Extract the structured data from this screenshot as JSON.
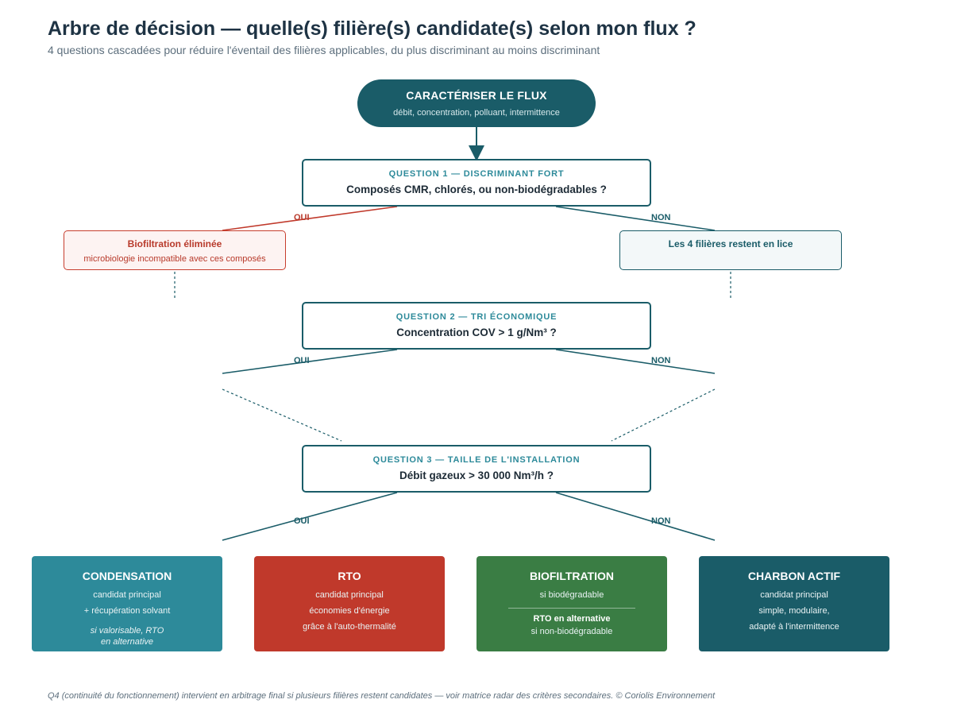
{
  "header": {
    "title": "Arbre de décision — quelle(s) filière(s) candidate(s) selon mon flux ?",
    "subtitle": "4 questions cascadées pour réduire l'éventail des filières applicables, du plus discriminant au moins discriminant"
  },
  "start": {
    "title": "CARACTÉRISER LE FLUX",
    "subtitle": "débit, concentration, polluant, intermittence"
  },
  "questions": [
    {
      "heading": "QUESTION 1 — DISCRIMINANT FORT",
      "text": "Composés CMR, chlorés, ou non-biodégradables ?"
    },
    {
      "heading": "QUESTION 2 — TRI ÉCONOMIQUE",
      "text": "Concentration COV > 1 g/Nm³ ?"
    },
    {
      "heading": "QUESTION 3 — TAILLE DE L'INSTALLATION",
      "text": "Débit gazeux > 30 000 Nm³/h ?"
    }
  ],
  "branch_labels": {
    "yes": "OUI",
    "no": "NON"
  },
  "eliminated": {
    "title": "Biofiltration éliminée",
    "subtitle": "microbiologie incompatible avec ces composés"
  },
  "remaining": {
    "title": "Les 4 filières restent en lice"
  },
  "leaves": {
    "condensation": {
      "name": "CONDENSATION",
      "line1": "candidat principal",
      "line2": "+ récupération solvant",
      "note1": "si valorisable, RTO",
      "note2": "en alternative"
    },
    "rto": {
      "name": "RTO",
      "line1": "candidat principal",
      "line2": "économies d'énergie",
      "line3": "grâce à l'auto-thermalité"
    },
    "biofiltration": {
      "name": "BIOFILTRATION",
      "line1": "si biodégradable",
      "alt_title": "RTO en alternative",
      "alt_line": "si non-biodégradable"
    },
    "charbon": {
      "name": "CHARBON ACTIF",
      "line1": "candidat principal",
      "line2": "simple, modulaire,",
      "line3": "adapté à l'intermittence"
    }
  },
  "colors": {
    "teal_dark": "#1a5c68",
    "teal_light": "#2d8a9a",
    "red": "#c0392b",
    "green": "#3a7d44",
    "navy": "#1a5c68"
  },
  "footer": "Q4 (continuité du fonctionnement) intervient en arbitrage final si plusieurs filières restent candidates — voir matrice radar des critères secondaires. © Coriolis Environnement"
}
